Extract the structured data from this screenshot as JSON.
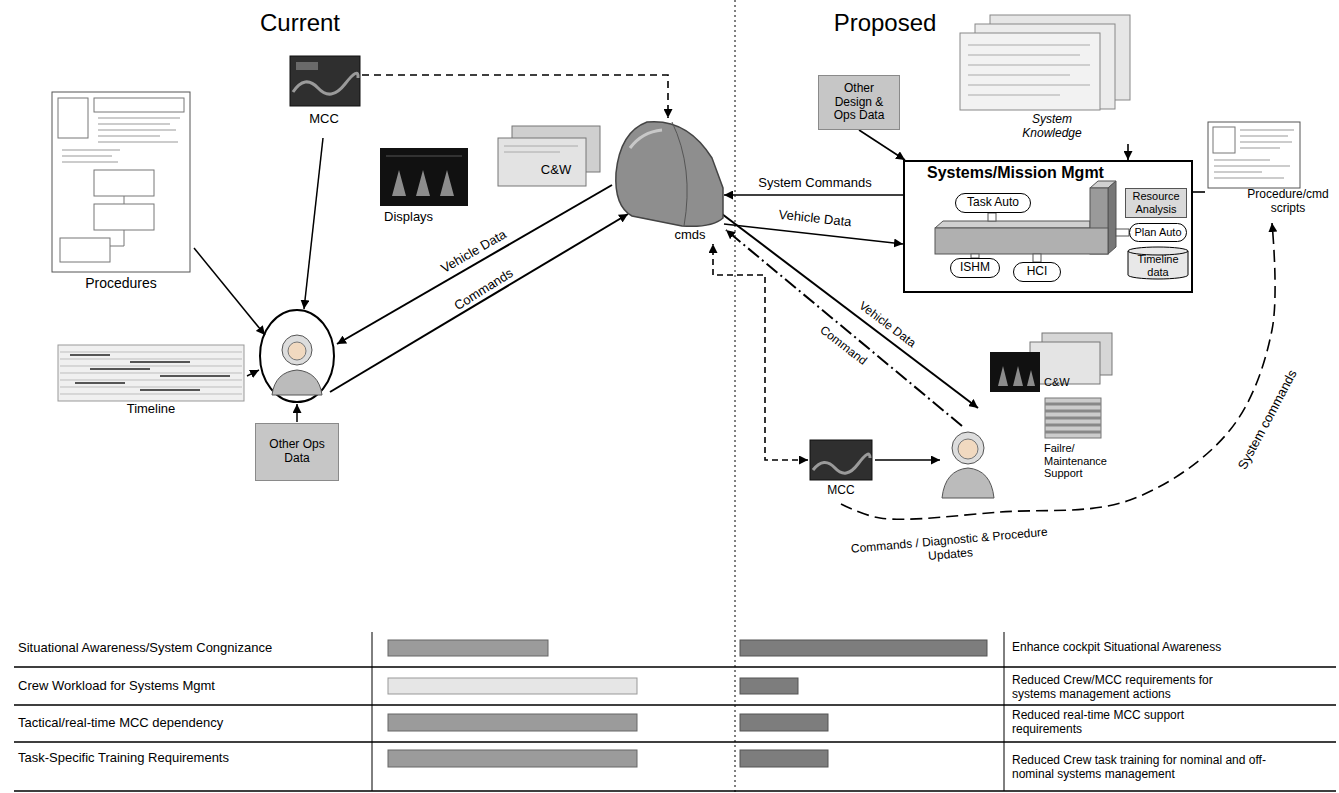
{
  "diagram": {
    "nodes": [
      {
        "text": [
          "MCC"
        ]
      },
      {
        "text": [
          "C&W"
        ]
      },
      {
        "text": [
          "Displays"
        ]
      },
      {
        "text": [
          "Procedures"
        ]
      },
      {
        "text": [
          "Timeline"
        ]
      },
      {
        "text": [
          "Other Ops Data"
        ]
      },
      {
        "text": [
          "cmds"
        ]
      },
      {
        "text": [
          "Other Design & Ops Data"
        ]
      },
      {
        "text": [
          "System Knowledge"
        ]
      },
      {
        "text": [
          "Systems/Mission Mgmt"
        ]
      },
      {
        "text": [
          "Task Auto"
        ],
        "in": 9
      },
      {
        "text": [
          "Resource Analysis"
        ],
        "in": 9
      },
      {
        "text": [
          "Plan Auto"
        ],
        "in": 9
      },
      {
        "text": [
          "Timeline data"
        ],
        "in": 9
      },
      {
        "text": [
          "ISHM"
        ],
        "in": 9
      },
      {
        "text": [
          "HCI"
        ],
        "in": 9
      },
      {
        "text": [
          "Procedure/cmd scripts"
        ]
      },
      {
        "text": [
          "C&W",
          "Failre/ Maintenance Support"
        ]
      },
      {
        "text": [
          "MCC"
        ]
      }
    ],
    "edges": [
      {
        "from": 0,
        "to": 6,
        "arrow": "to"
      },
      {
        "from": 9,
        "to": 6,
        "label": "System Commands",
        "arrow": "to"
      },
      {
        "from": 6,
        "to": 9,
        "label": "Vehicle Data",
        "arrow": "to"
      },
      {
        "from": 7,
        "to": 9,
        "arrow": "to"
      },
      {
        "from": 8,
        "to": 9,
        "arrow": "to"
      },
      {
        "from": 16,
        "to": 9,
        "arrow": "none"
      },
      {
        "from": 18,
        "to": 6,
        "arrow": "both"
      },
      {
        "from": 18,
        "to": 16,
        "label": "System commands",
        "arrow": "to"
      }
    ],
    "labels": [
      "Current",
      "Proposed",
      "Vehicle Data",
      "Commands",
      "Vehicle Data",
      "Command",
      "Commands / Diagnostic & Procedure Updates",
      "Situational Awareness/System Congnizance",
      "Crew Workload for Systems Mgmt",
      "Tactical/real-time MCC dependency",
      "Task-Specific Training Requirements",
      "Enhance cockpit Situational Awareness",
      "Reduced Crew/MCC requirements for systems management actions",
      "Reduced real-time MCC support requirements",
      "Reduced Crew task training for nominal and off-nominal systems management"
    ]
  }
}
